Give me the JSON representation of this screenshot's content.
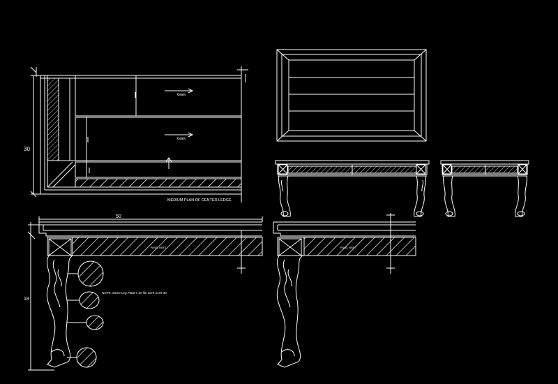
{
  "drawing": {
    "colors": {
      "background": "#000000",
      "line": "#ffffff"
    },
    "section_view": {
      "caption": "MEDIUM PLAN OF CENTER LEDGE",
      "dim_height": "30",
      "grain_label_1": "Grain",
      "grain_label_2": "Grain"
    },
    "elevation_detail": {
      "dim_width": "50",
      "dim_height": "18",
      "note": "NOTE: Same Leg Pattern as file 1170-1170-40",
      "apron_tag_left": "PANEL INSET",
      "apron_tag_right": "PANEL INSET"
    }
  }
}
